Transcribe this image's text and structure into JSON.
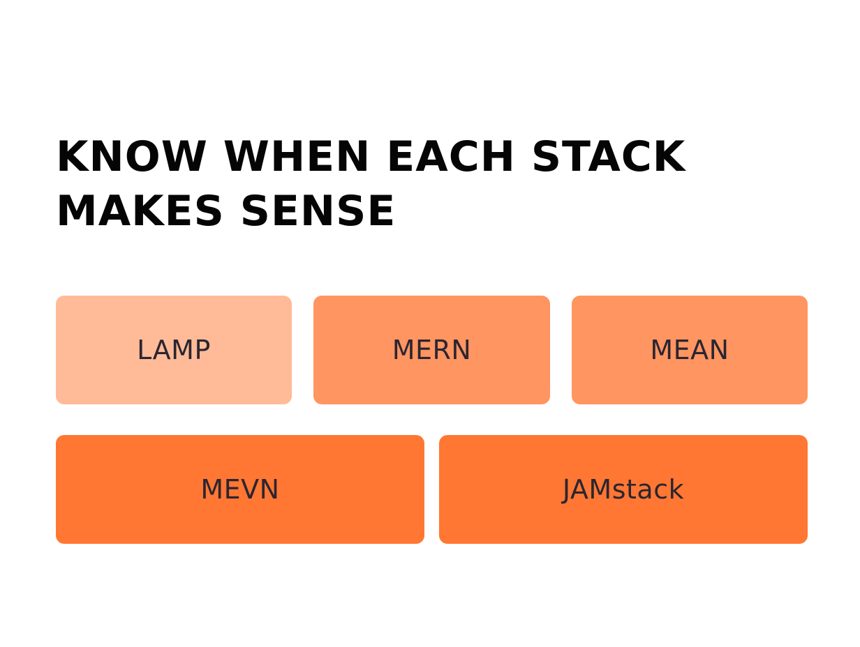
{
  "heading": {
    "line1": "KNOW WHEN EACH STACK",
    "line2": "MAKES SENSE"
  },
  "stacks": [
    {
      "label": "LAMP",
      "color": "#ffbb98"
    },
    {
      "label": "MERN",
      "color": "#ff9561"
    },
    {
      "label": "MEAN",
      "color": "#ff9561"
    },
    {
      "label": "MEVN",
      "color": "#ff7733"
    },
    {
      "label": "JAMstack",
      "color": "#ff7733"
    }
  ]
}
